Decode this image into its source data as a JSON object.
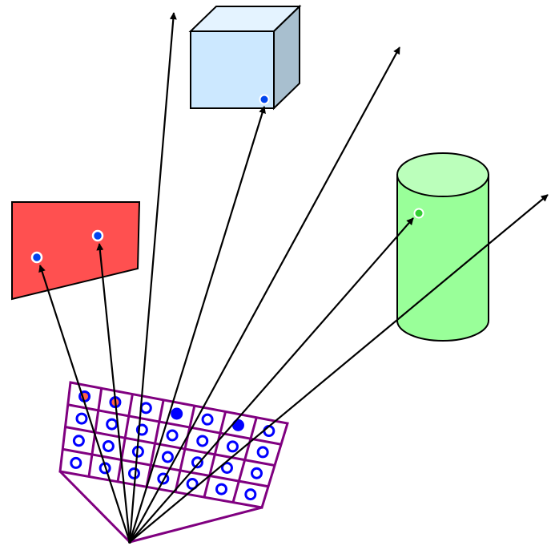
{
  "colors": {
    "background": "#ffffff",
    "ray": "#000000",
    "grid": "#800080",
    "pixel_ring": "#0000ff",
    "pixel_hit_red": "#ff6347",
    "pixel_hit_blue": "#0000ff",
    "plane_fill": "#ff5050",
    "cube_front": "#cce8ff",
    "cube_top": "#e4f3ff",
    "cube_side": "#a8bfcf",
    "cylinder_body": "#99ff99",
    "cylinder_top": "#bbffbb",
    "hit_point_blue": "#0044ee",
    "hit_point_green": "#33cc33",
    "outline": "#000000"
  },
  "objects": [
    {
      "name": "red-plane",
      "shape": "quadrilateral",
      "hit_points": 2
    },
    {
      "name": "blue-cube",
      "shape": "cube",
      "hit_points": 1
    },
    {
      "name": "green-cylinder",
      "shape": "cylinder",
      "hit_points": 1
    }
  ],
  "image_plane": {
    "rows": 4,
    "columns": 7
  },
  "rays": {
    "count": 7,
    "hits": 4,
    "misses": 3
  }
}
